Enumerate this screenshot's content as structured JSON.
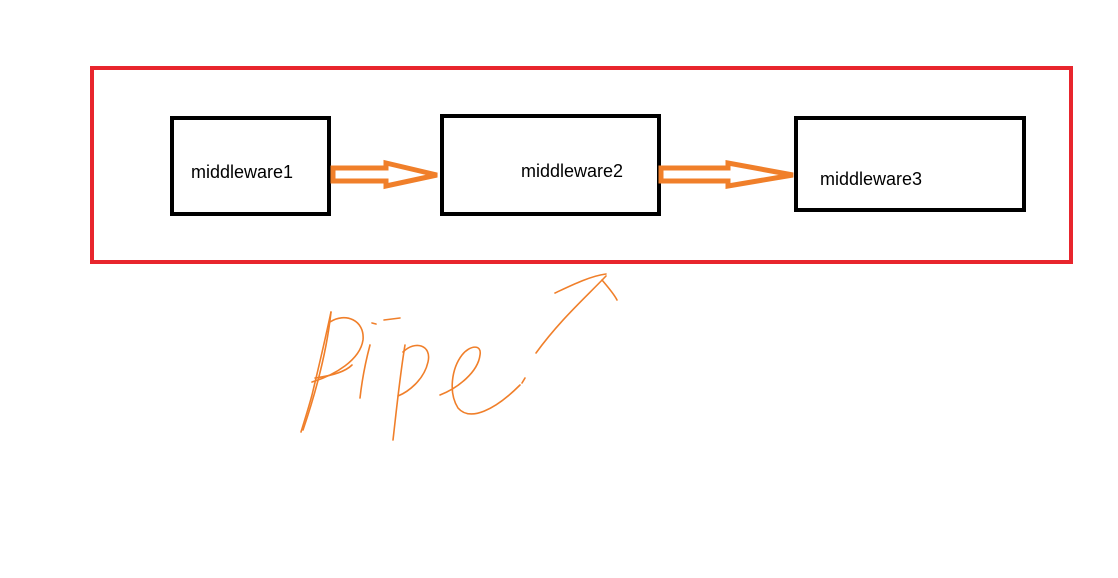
{
  "diagram": {
    "container": {
      "border_color": "#e8252d"
    },
    "nodes": [
      {
        "id": "node-1",
        "label": "middleware1"
      },
      {
        "id": "node-2",
        "label": "middleware2"
      },
      {
        "id": "node-3",
        "label": "middleware3"
      }
    ],
    "edges": [
      {
        "from": "middleware1",
        "to": "middleware2",
        "color": "#f07f2a"
      },
      {
        "from": "middleware2",
        "to": "middleware3",
        "color": "#f07f2a"
      }
    ],
    "annotation": {
      "handwritten_text": "Pipe",
      "pointer": "arrow pointing up-right toward the container",
      "color": "#f07f2a"
    }
  }
}
